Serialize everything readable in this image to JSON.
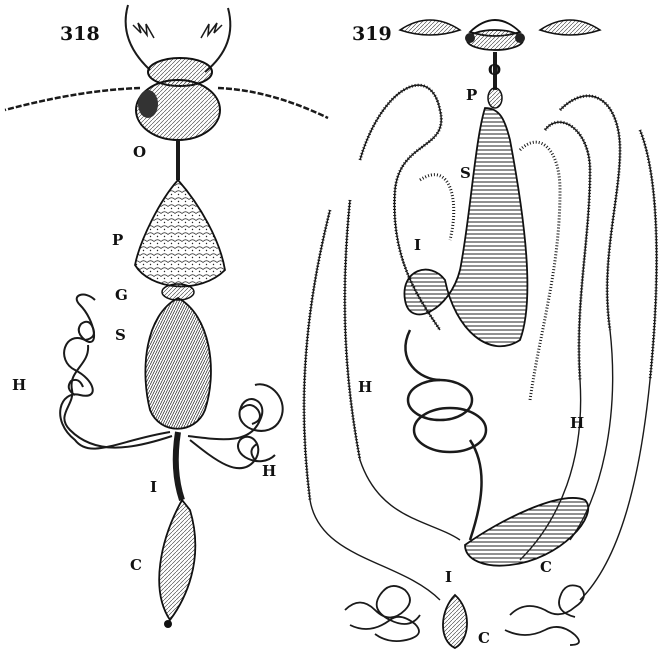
{
  "figures": [
    {
      "number": "318",
      "labels": {
        "o": "O",
        "p": "P",
        "g": "G",
        "s": "S",
        "h_left": "H",
        "h_right": "H",
        "i": "I",
        "c": "C"
      }
    },
    {
      "number": "319",
      "labels": {
        "o": "O",
        "p": "P",
        "s": "S",
        "i_upper": "I",
        "h_left": "H",
        "h_right": "H",
        "i_lower": "I",
        "c_right": "C",
        "c_bottom": "C"
      }
    }
  ]
}
